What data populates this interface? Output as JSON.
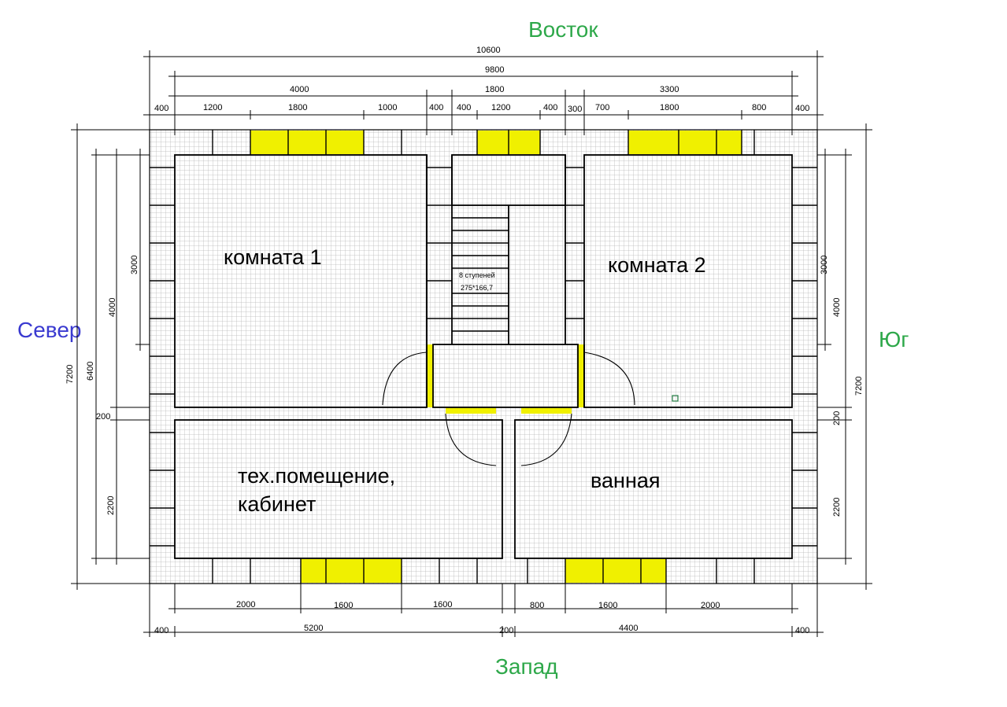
{
  "directions": {
    "east": "Восток",
    "west": "Запад",
    "north": "Север",
    "south": "Юг"
  },
  "colors": {
    "east": "#2ea84a",
    "west": "#2ea84a",
    "north": "#3a3ad0",
    "south": "#2ea84a",
    "window": "#f0f000",
    "grid": "#b9b9b9",
    "line": "#000000"
  },
  "rooms": {
    "room1": "комната 1",
    "room2": "комната 2",
    "tech_line1": "тех.помещение,",
    "tech_line2": "кабинет",
    "bath": "ванная"
  },
  "stairs": {
    "steps": "8 ступеней",
    "size": "275*166,7"
  },
  "dimensions": {
    "top": {
      "overall": "10600",
      "inner": "9800",
      "segments": [
        "4000",
        "1800",
        "3300"
      ],
      "detail": [
        "400",
        "1200",
        "1800",
        "1000",
        "400",
        "400",
        "1200",
        "400",
        "300",
        "700",
        "1800",
        "800",
        "400"
      ]
    },
    "bottom": {
      "row1": [
        "2000",
        "1600",
        "1600",
        "800",
        "1600",
        "2000"
      ],
      "row2": [
        "400",
        "5200",
        "200",
        "4400",
        "400"
      ]
    },
    "left": {
      "overall": "7200",
      "inner": "6400",
      "upper": "4000",
      "upper_inner": "3000",
      "wall": "200",
      "lower": "2200"
    },
    "right": {
      "overall": "7200",
      "upper_inner": "3000",
      "upper": "4000",
      "wall": "200",
      "lower": "2200"
    }
  }
}
